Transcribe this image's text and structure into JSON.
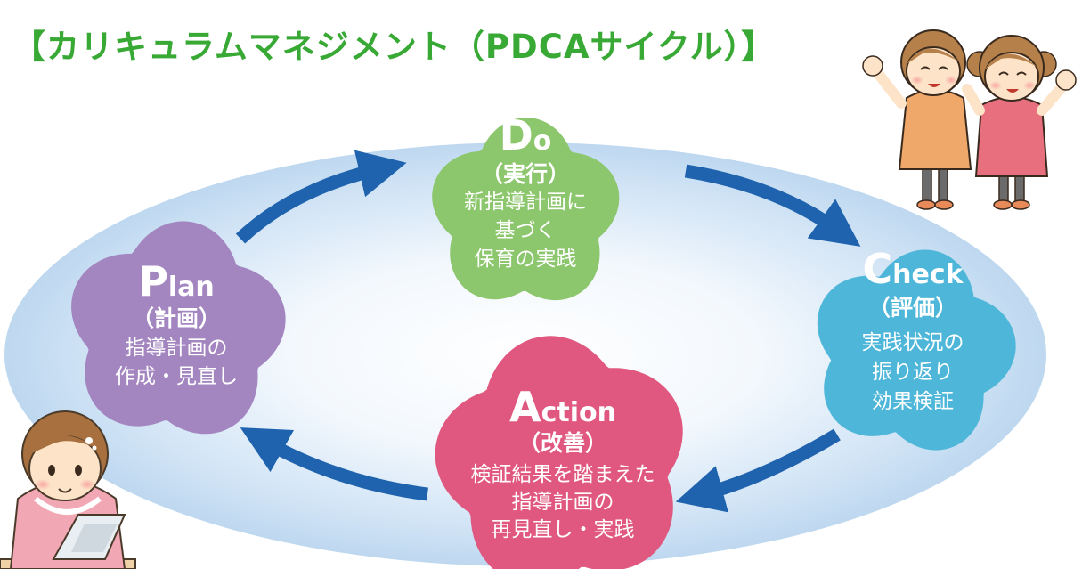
{
  "title": "【カリキュラムマネジメント（PDCAサイクル）】",
  "colors": {
    "title": "#39a935",
    "arrow": "#1f63ae",
    "plan": "#a386c0",
    "do": "#8cc66d",
    "check": "#4eb7d9",
    "action": "#e0587f"
  },
  "stages": {
    "do": {
      "initial": "D",
      "rest": "o",
      "label": "（実行）",
      "lines": [
        "新指導計画に",
        "基づく",
        "保育の実践"
      ]
    },
    "check": {
      "initial": "C",
      "rest": "heck",
      "label": "（評価）",
      "lines": [
        "実践状況の",
        "振り返り",
        "効果検証"
      ]
    },
    "action": {
      "initial": "A",
      "rest": "ction",
      "label": "（改善）",
      "lines": [
        "検証結果を踏まえた",
        "指導計画の",
        "再見直し・実践"
      ]
    },
    "plan": {
      "initial": "P",
      "rest": "lan",
      "label": "（計画）",
      "lines": [
        "指導計画の",
        "作成・見直し"
      ]
    }
  },
  "icons": {
    "girls": "waving-girls-illustration",
    "teacher": "teacher-with-laptop-illustration",
    "arrow": "cycle-arrow-icon"
  }
}
